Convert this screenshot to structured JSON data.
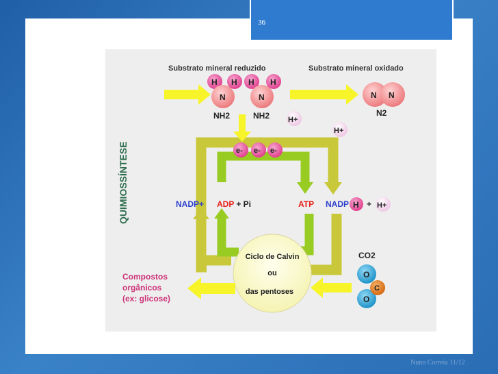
{
  "slide": {
    "number": "36",
    "footer": "Nuno Correia 11/12"
  },
  "diagram": {
    "side_title": "QUIMIOSSÍNTESE",
    "reduced_label": "Substrato mineral reduzido",
    "oxidized_label": "Substrato mineral oxidado",
    "atoms": {
      "H": "H",
      "N": "N",
      "O": "O",
      "C": "C"
    },
    "nh2": "NH2",
    "n2": "N2",
    "h_plus": "H+",
    "electron": "e-",
    "nadp_plus": "NADP+",
    "adp": "ADP",
    "plus_pi": " + Pi",
    "atp": "ATP",
    "nadp_prefix": "NADP",
    "plus": "+",
    "cycle_line1": "Ciclo de Calvin",
    "cycle_line2": "ou",
    "cycle_line3": "das pentoses",
    "co2": "CO2",
    "compounds_line1": "Compostos",
    "compounds_line2": "orgânicos",
    "compounds_line3": "(ex: glicose)"
  },
  "colors": {
    "hydrogen": "#e84b9a",
    "nitrogen": "#f0888a",
    "oxygen": "#2aa3d3",
    "carbon": "#e07a1f",
    "arrow_yellow": "#f7f52a",
    "arrow_olive": "#c8c83a",
    "arrow_green": "#99cc22",
    "nadp_blue": "#2c3fcc",
    "adp_red": "#e8201a",
    "title_green": "#2e6e4e",
    "compound_pink": "#cc3377"
  }
}
